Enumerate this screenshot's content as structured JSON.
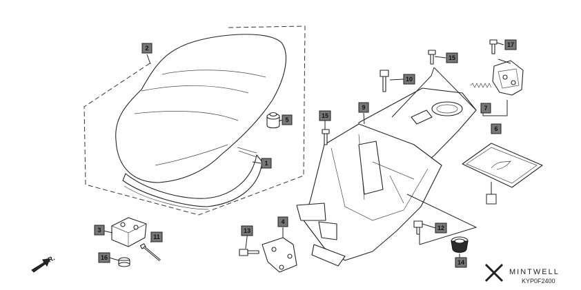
{
  "callouts": [
    {
      "id": "c1",
      "label": "1"
    },
    {
      "id": "c2",
      "label": "2"
    },
    {
      "id": "c3",
      "label": "3"
    },
    {
      "id": "c4",
      "label": "4"
    },
    {
      "id": "c5",
      "label": "5"
    },
    {
      "id": "c6",
      "label": "6"
    },
    {
      "id": "c7",
      "label": "7"
    },
    {
      "id": "c8",
      "label": ""
    },
    {
      "id": "c9",
      "label": "9"
    },
    {
      "id": "c10",
      "label": "10"
    },
    {
      "id": "c11",
      "label": "11"
    },
    {
      "id": "c12",
      "label": "12"
    },
    {
      "id": "c13",
      "label": "13"
    },
    {
      "id": "c14",
      "label": "14"
    },
    {
      "id": "c15a",
      "label": "15"
    },
    {
      "id": "c15b",
      "label": "15"
    },
    {
      "id": "c16",
      "label": "16"
    },
    {
      "id": "c17",
      "label": "17"
    }
  ],
  "direction_label": "FR.",
  "logo": {
    "text": "MINTWELL"
  },
  "diagram_code": "KYP0F2400"
}
